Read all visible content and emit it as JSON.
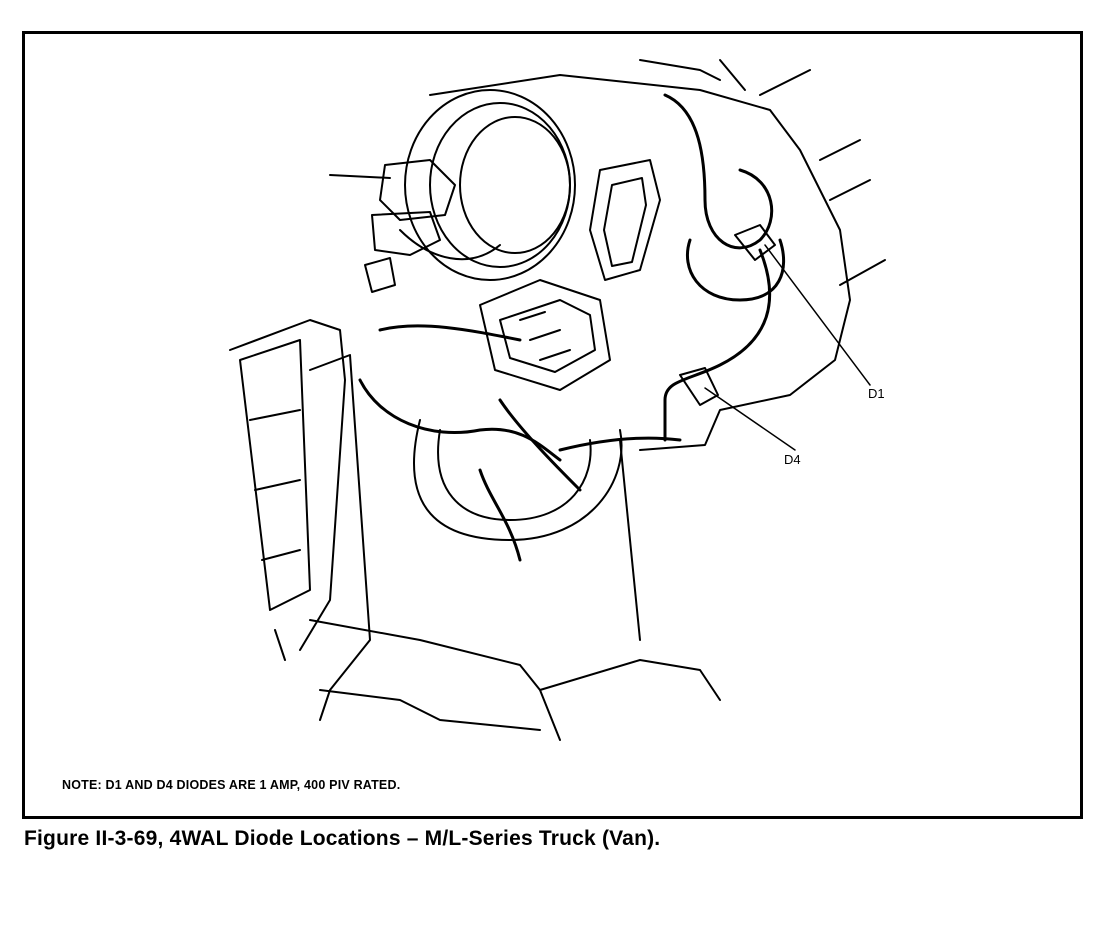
{
  "figure": {
    "caption": "Figure II-3-69, 4WAL Diode Locations – M/L-Series Truck (Van).",
    "note": "NOTE: D1 AND D4 DIODES ARE 1 AMP, 400 PIV RATED.",
    "labels": {
      "d1": "D1",
      "d4": "D4"
    }
  }
}
